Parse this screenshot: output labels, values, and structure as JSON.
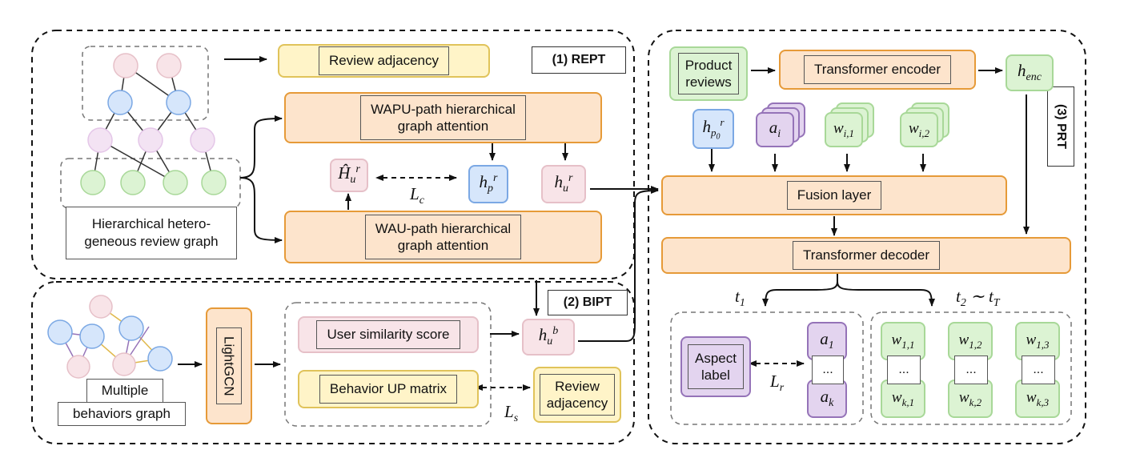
{
  "panels": {
    "rept_title": "(1) REPT",
    "bipt_title": "(2) BIPT",
    "prt_title": "(3) PRT"
  },
  "rept": {
    "review_adjacency": "Review adjacency",
    "wapu_path_1": "WAPU-path hierarchical",
    "wapu_path_2": "graph attention",
    "wau_path_1": "WAU-path hierarchical",
    "wau_path_2": "graph attention",
    "graph_label_1": "Hierarchical hetero-",
    "graph_label_2": "geneous review graph",
    "loss": "L_c"
  },
  "bipt": {
    "multiple_behaviors_1": "Multiple",
    "multiple_behaviors_2": "behaviors graph",
    "lightgcn": "LightGCN",
    "user_similarity": "User similarity score",
    "behavior_up": "Behavior UP matrix",
    "review_adjacency_1": "Review",
    "review_adjacency_2": "adjacency",
    "loss": "L_s"
  },
  "prt": {
    "product_reviews_1": "Product",
    "product_reviews_2": "reviews",
    "transformer_encoder": "Transformer encoder",
    "fusion_layer": "Fusion layer",
    "transformer_decoder": "Transformer decoder",
    "aspect_label_1": "Aspect",
    "aspect_label_2": "label",
    "ellipsis": "...",
    "loss": "L_r"
  },
  "colors": {
    "orange_fill": "#fde4cc",
    "orange_border": "#e69a38",
    "yellow_fill": "#fff4c8",
    "pink_fill": "#f8e4e8",
    "green_fill": "#dcf3d3",
    "blue_fill": "#d6e6fb",
    "purple_fill": "#e3d4ef"
  }
}
